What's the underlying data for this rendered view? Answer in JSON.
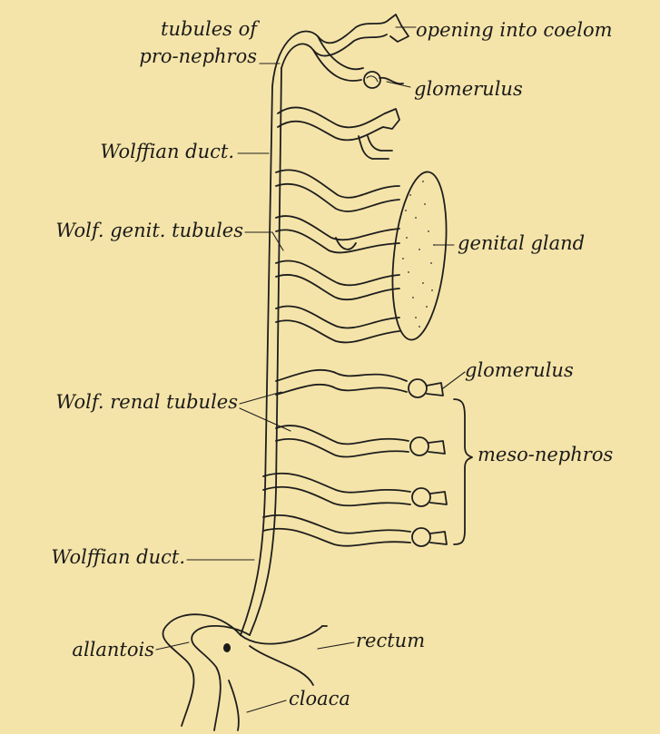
{
  "labels": {
    "tubules_of": "tubules of",
    "pro_nephros": "pro-nephros",
    "opening_into_coelom": "opening into coelom",
    "glomerulus_top": "glomerulus",
    "wolffian_duct_upper": "Wolffian duct.",
    "wolf_genit_tubules": "Wolf. genit. tubules",
    "genital_gland": "genital gland",
    "glomerulus_mid": "glomerulus",
    "wolf_renal_tubules": "Wolf. renal tubules",
    "meso_nephros": "meso-nephros",
    "wolffian_duct_lower": "Wolffian duct.",
    "allantois": "allantois",
    "rectum": "rectum",
    "cloaca": "cloaca"
  },
  "colors": {
    "paper": "#f5e4a9",
    "ink": "#1e1e1e"
  }
}
